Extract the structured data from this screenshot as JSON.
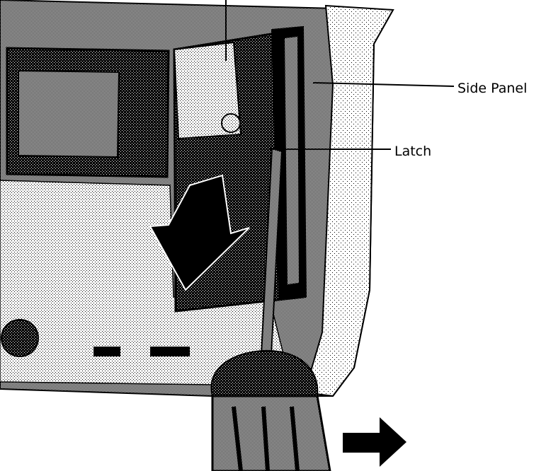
{
  "callouts": {
    "side_panel": "Side Panel",
    "latch": "Latch"
  },
  "colors": {
    "ink": "#000000",
    "paper": "#ffffff",
    "dither": "stipple-black-on-white"
  },
  "illustration": {
    "subject": "computer-case-with-screwdriver-prying-side-panel-latch",
    "arrows": [
      "down-left-arrow",
      "right-arrow"
    ]
  }
}
